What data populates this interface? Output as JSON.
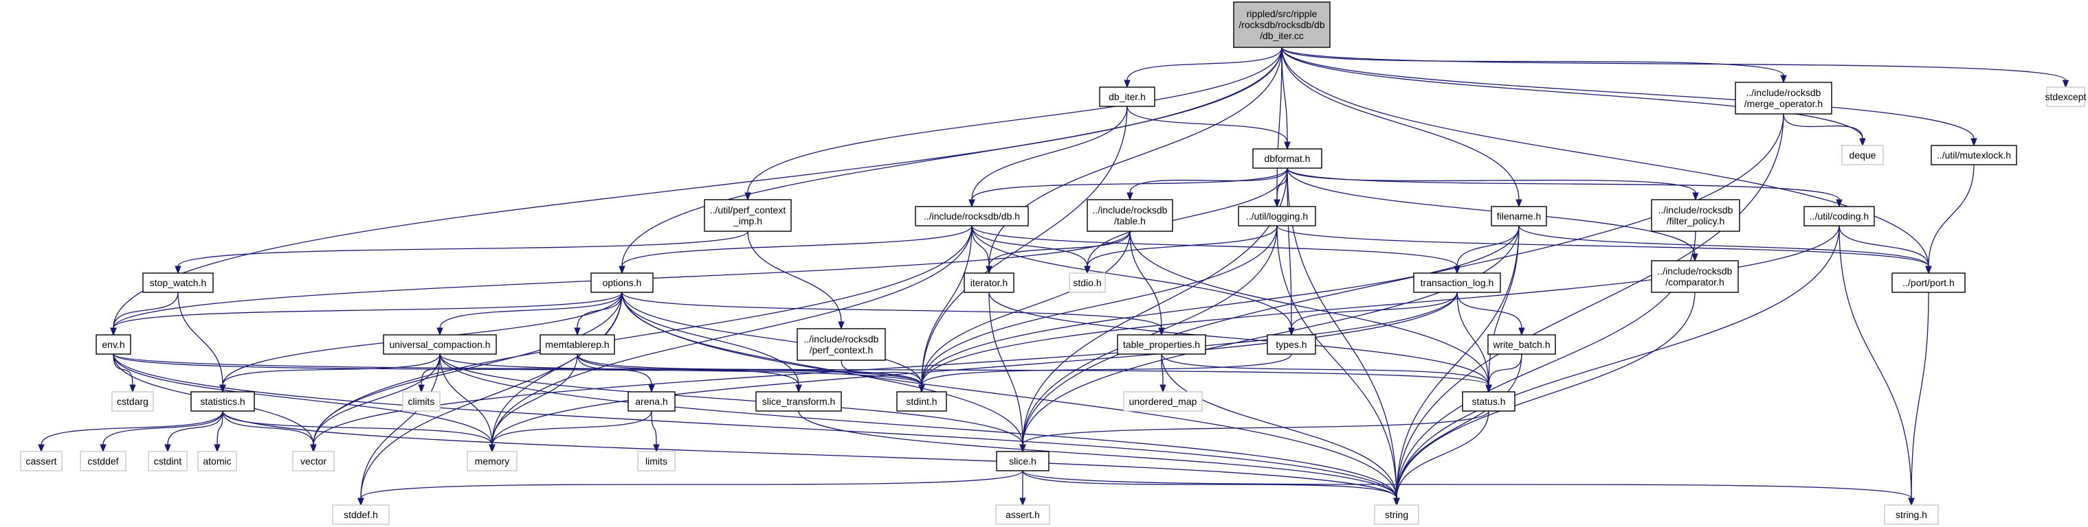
{
  "graph": {
    "nodes": [
      {
        "id": "root",
        "label": "rippled/src/ripple\n/rocksdb/rocksdb/db\n/db_iter.cc"
      },
      {
        "id": "db_iter_h",
        "label": "db_iter.h"
      },
      {
        "id": "dbformat_h",
        "label": "dbformat.h"
      },
      {
        "id": "merge_operator_h",
        "label": "../include/rocksdb\n/merge_operator.h"
      },
      {
        "id": "stdexcept",
        "label": "stdexcept"
      },
      {
        "id": "deque",
        "label": "deque"
      },
      {
        "id": "mutexlock_h",
        "label": "../util/mutexlock.h"
      },
      {
        "id": "perf_context_imp_h",
        "label": "../util/perf_context\n_imp.h"
      },
      {
        "id": "include_db_h",
        "label": "../include/rocksdb/db.h"
      },
      {
        "id": "include_table_h",
        "label": "../include/rocksdb\n/table.h"
      },
      {
        "id": "logging_h",
        "label": "../util/logging.h"
      },
      {
        "id": "filename_h",
        "label": "filename.h"
      },
      {
        "id": "filter_policy_h",
        "label": "../include/rocksdb\n/filter_policy.h"
      },
      {
        "id": "coding_h",
        "label": "../util/coding.h"
      },
      {
        "id": "stop_watch_h",
        "label": "stop_watch.h"
      },
      {
        "id": "options_h",
        "label": "options.h"
      },
      {
        "id": "iterator_h",
        "label": "iterator.h"
      },
      {
        "id": "stdio_h",
        "label": "stdio.h"
      },
      {
        "id": "transaction_log_h",
        "label": "transaction_log.h"
      },
      {
        "id": "comparator_h",
        "label": "../include/rocksdb\n/comparator.h"
      },
      {
        "id": "port_h",
        "label": "../port/port.h"
      },
      {
        "id": "env_h",
        "label": "env.h"
      },
      {
        "id": "universal_compaction_h",
        "label": "universal_compaction.h"
      },
      {
        "id": "memtablerep_h",
        "label": "memtablerep.h"
      },
      {
        "id": "perf_context_h",
        "label": "../include/rocksdb\n/perf_context.h"
      },
      {
        "id": "table_properties_h",
        "label": "table_properties.h"
      },
      {
        "id": "types_h",
        "label": "types.h"
      },
      {
        "id": "write_batch_h",
        "label": "write_batch.h"
      },
      {
        "id": "cstdarg",
        "label": "cstdarg"
      },
      {
        "id": "climits",
        "label": "climits"
      },
      {
        "id": "arena_h",
        "label": "arena.h"
      },
      {
        "id": "stdint_h",
        "label": "stdint.h"
      },
      {
        "id": "unordered_map",
        "label": "unordered_map"
      },
      {
        "id": "status_h",
        "label": "status.h"
      },
      {
        "id": "statistics_h",
        "label": "statistics.h"
      },
      {
        "id": "slice_transform_h",
        "label": "slice_transform.h"
      },
      {
        "id": "cassert",
        "label": "cassert"
      },
      {
        "id": "cstddef",
        "label": "cstddef"
      },
      {
        "id": "cstdint",
        "label": "cstdint"
      },
      {
        "id": "atomic",
        "label": "atomic"
      },
      {
        "id": "vector",
        "label": "vector"
      },
      {
        "id": "memory",
        "label": "memory"
      },
      {
        "id": "limits",
        "label": "limits"
      },
      {
        "id": "slice_h",
        "label": "slice.h"
      },
      {
        "id": "stddef_h",
        "label": "stddef.h"
      },
      {
        "id": "assert_h",
        "label": "assert.h"
      },
      {
        "id": "string",
        "label": "string"
      },
      {
        "id": "string_h",
        "label": "string.h"
      }
    ],
    "edges": [
      [
        "root",
        "db_iter_h"
      ],
      [
        "root",
        "dbformat_h"
      ],
      [
        "root",
        "merge_operator_h"
      ],
      [
        "root",
        "stdexcept"
      ],
      [
        "root",
        "deque"
      ],
      [
        "root",
        "mutexlock_h"
      ],
      [
        "root",
        "perf_context_imp_h"
      ],
      [
        "root",
        "logging_h"
      ],
      [
        "root",
        "filename_h"
      ],
      [
        "root",
        "port_h"
      ],
      [
        "root",
        "env_h"
      ],
      [
        "root",
        "options_h"
      ],
      [
        "root",
        "iterator_h"
      ],
      [
        "db_iter_h",
        "dbformat_h"
      ],
      [
        "db_iter_h",
        "include_db_h"
      ],
      [
        "db_iter_h",
        "stdint_h"
      ],
      [
        "dbformat_h",
        "include_db_h"
      ],
      [
        "dbformat_h",
        "include_table_h"
      ],
      [
        "dbformat_h",
        "logging_h"
      ],
      [
        "dbformat_h",
        "filter_policy_h"
      ],
      [
        "dbformat_h",
        "coding_h"
      ],
      [
        "dbformat_h",
        "comparator_h"
      ],
      [
        "dbformat_h",
        "stdio_h"
      ],
      [
        "dbformat_h",
        "types_h"
      ],
      [
        "dbformat_h",
        "slice_h"
      ],
      [
        "dbformat_h",
        "string"
      ],
      [
        "merge_operator_h",
        "deque"
      ],
      [
        "merge_operator_h",
        "slice_h"
      ],
      [
        "merge_operator_h",
        "string"
      ],
      [
        "mutexlock_h",
        "port_h"
      ],
      [
        "perf_context_imp_h",
        "stop_watch_h"
      ],
      [
        "perf_context_imp_h",
        "perf_context_h"
      ],
      [
        "include_db_h",
        "options_h"
      ],
      [
        "include_db_h",
        "iterator_h"
      ],
      [
        "include_db_h",
        "stdio_h"
      ],
      [
        "include_db_h",
        "transaction_log_h"
      ],
      [
        "include_db_h",
        "types_h"
      ],
      [
        "include_db_h",
        "stdint_h"
      ],
      [
        "include_db_h",
        "memory"
      ],
      [
        "include_db_h",
        "vector"
      ],
      [
        "include_table_h",
        "iterator_h"
      ],
      [
        "include_table_h",
        "table_properties_h"
      ],
      [
        "include_table_h",
        "env_h"
      ],
      [
        "include_table_h",
        "stdint_h"
      ],
      [
        "include_table_h",
        "status_h"
      ],
      [
        "logging_h",
        "stdio_h"
      ],
      [
        "logging_h",
        "stdint_h"
      ],
      [
        "logging_h",
        "string"
      ],
      [
        "logging_h",
        "port_h"
      ],
      [
        "logging_h",
        "slice_h"
      ],
      [
        "filename_h",
        "transaction_log_h"
      ],
      [
        "filename_h",
        "stdint_h"
      ],
      [
        "filename_h",
        "status_h"
      ],
      [
        "filename_h",
        "slice_h"
      ],
      [
        "filename_h",
        "port_h"
      ],
      [
        "filename_h",
        "string"
      ],
      [
        "filter_policy_h",
        "string"
      ],
      [
        "coding_h",
        "port_h"
      ],
      [
        "coding_h",
        "string_h"
      ],
      [
        "coding_h",
        "stdint_h"
      ],
      [
        "coding_h",
        "string"
      ],
      [
        "stop_watch_h",
        "env_h"
      ],
      [
        "stop_watch_h",
        "statistics_h"
      ],
      [
        "options_h",
        "env_h"
      ],
      [
        "options_h",
        "universal_compaction_h"
      ],
      [
        "options_h",
        "memtablerep_h"
      ],
      [
        "options_h",
        "table_properties_h"
      ],
      [
        "options_h",
        "stdint_h"
      ],
      [
        "options_h",
        "statistics_h"
      ],
      [
        "options_h",
        "memory"
      ],
      [
        "options_h",
        "vector"
      ],
      [
        "options_h",
        "slice_transform_h"
      ],
      [
        "options_h",
        "stddef_h"
      ],
      [
        "options_h",
        "string"
      ],
      [
        "options_h",
        "slice_h"
      ],
      [
        "iterator_h",
        "slice_h"
      ],
      [
        "iterator_h",
        "status_h"
      ],
      [
        "transaction_log_h",
        "types_h"
      ],
      [
        "transaction_log_h",
        "write_batch_h"
      ],
      [
        "transaction_log_h",
        "status_h"
      ],
      [
        "transaction_log_h",
        "memory"
      ],
      [
        "transaction_log_h",
        "vector"
      ],
      [
        "comparator_h",
        "string"
      ],
      [
        "port_h",
        "string_h"
      ],
      [
        "env_h",
        "cstdarg"
      ],
      [
        "env_h",
        "stdint_h"
      ],
      [
        "env_h",
        "status_h"
      ],
      [
        "env_h",
        "memory"
      ],
      [
        "env_h",
        "vector"
      ],
      [
        "env_h",
        "string"
      ],
      [
        "universal_compaction_h",
        "climits"
      ],
      [
        "universal_compaction_h",
        "stdint_h"
      ],
      [
        "universal_compaction_h",
        "statistics_h"
      ],
      [
        "universal_compaction_h",
        "vector"
      ],
      [
        "universal_compaction_h",
        "memory"
      ],
      [
        "universal_compaction_h",
        "stddef_h"
      ],
      [
        "universal_compaction_h",
        "string"
      ],
      [
        "universal_compaction_h",
        "slice_h"
      ],
      [
        "memtablerep_h",
        "arena_h"
      ],
      [
        "memtablerep_h",
        "memory"
      ],
      [
        "memtablerep_h",
        "slice_transform_h"
      ],
      [
        "memtablerep_h",
        "stdint_h"
      ],
      [
        "perf_context_h",
        "stdint_h"
      ],
      [
        "table_properties_h",
        "unordered_map"
      ],
      [
        "table_properties_h",
        "status_h"
      ],
      [
        "table_properties_h",
        "string"
      ],
      [
        "types_h",
        "stdint_h"
      ],
      [
        "write_batch_h",
        "status_h"
      ],
      [
        "write_batch_h",
        "string"
      ],
      [
        "arena_h",
        "memory"
      ],
      [
        "arena_h",
        "limits"
      ],
      [
        "status_h",
        "slice_h"
      ],
      [
        "status_h",
        "string"
      ],
      [
        "statistics_h",
        "cassert"
      ],
      [
        "statistics_h",
        "cstddef"
      ],
      [
        "statistics_h",
        "cstdint"
      ],
      [
        "statistics_h",
        "atomic"
      ],
      [
        "statistics_h",
        "vector"
      ],
      [
        "statistics_h",
        "memory"
      ],
      [
        "statistics_h",
        "string"
      ],
      [
        "slice_transform_h",
        "string"
      ],
      [
        "slice_h",
        "stddef_h"
      ],
      [
        "slice_h",
        "assert_h"
      ],
      [
        "slice_h",
        "string"
      ],
      [
        "slice_h",
        "string_h"
      ]
    ]
  }
}
